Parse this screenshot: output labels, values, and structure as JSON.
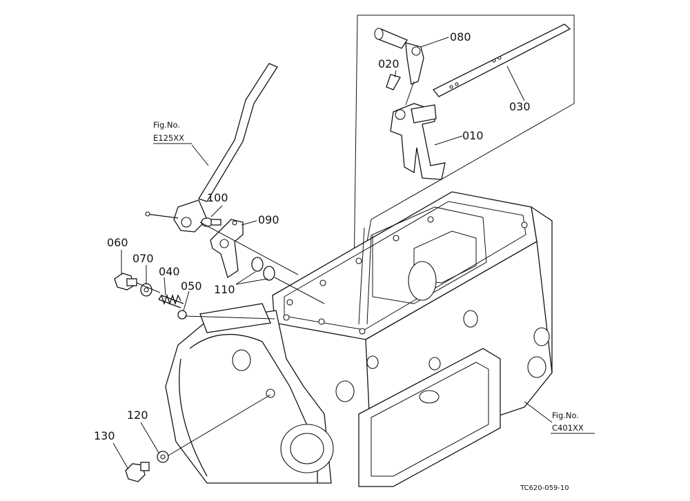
{
  "diagram": {
    "part_labels": {
      "p010": "010",
      "p020": "020",
      "p030": "030",
      "p040": "040",
      "p050": "050",
      "p060": "060",
      "p070": "070",
      "p080": "080",
      "p090": "090",
      "p100": "100",
      "p110": "110",
      "p120": "120",
      "p130": "130"
    },
    "figure_refs": {
      "upper_title": "Fig.No.",
      "upper_code": "E125XX",
      "lower_title": "Fig.No.",
      "lower_code": "C401XX"
    },
    "drawing_code": "TC620-059-10"
  }
}
